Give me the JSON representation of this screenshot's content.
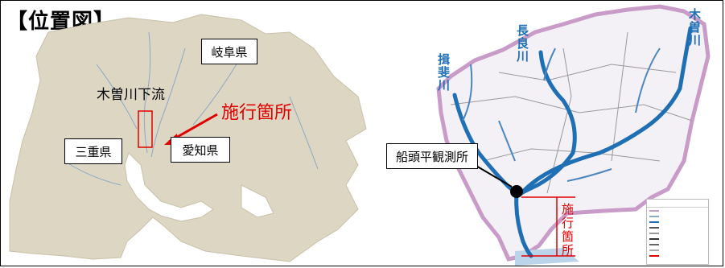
{
  "title": "【位置図】",
  "left_map": {
    "gifu": "岐阜県",
    "kiso_lower": "木曽川下流",
    "site": "施行箇所",
    "mie": "三重県",
    "aichi": "愛知県"
  },
  "right_map": {
    "kiso": "木曽川",
    "nagara": "長良川",
    "ibi": "揖斐川",
    "station": "船頭平観測所",
    "site_vertical": "施行箇所"
  },
  "colors": {
    "land": "#ddd6c3",
    "river": "#1f6fb5",
    "accent": "#e00000",
    "basin_border": "#c89bc8"
  },
  "icons": {
    "arrow": "red-arrow-icon",
    "station_marker": "station-dot-icon"
  }
}
